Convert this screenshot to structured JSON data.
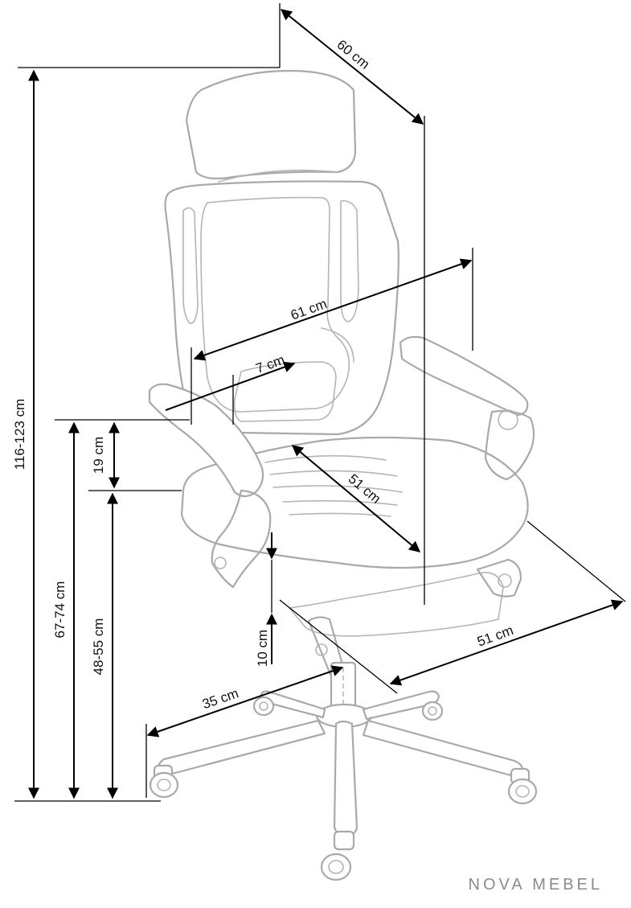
{
  "dimensions": {
    "height_total": "116-123 cm",
    "depth_total": "60 cm",
    "width_total": "61 cm",
    "backrest_detail": "7 cm",
    "armrest_height": "19 cm",
    "seat_height_armrest": "67-74 cm",
    "seat_height": "48-55 cm",
    "seat_depth": "51 cm",
    "seat_thickness": "10 cm",
    "base_radius": "35 cm",
    "base_width": "51 cm"
  },
  "brand": "NOVA MEBEL"
}
